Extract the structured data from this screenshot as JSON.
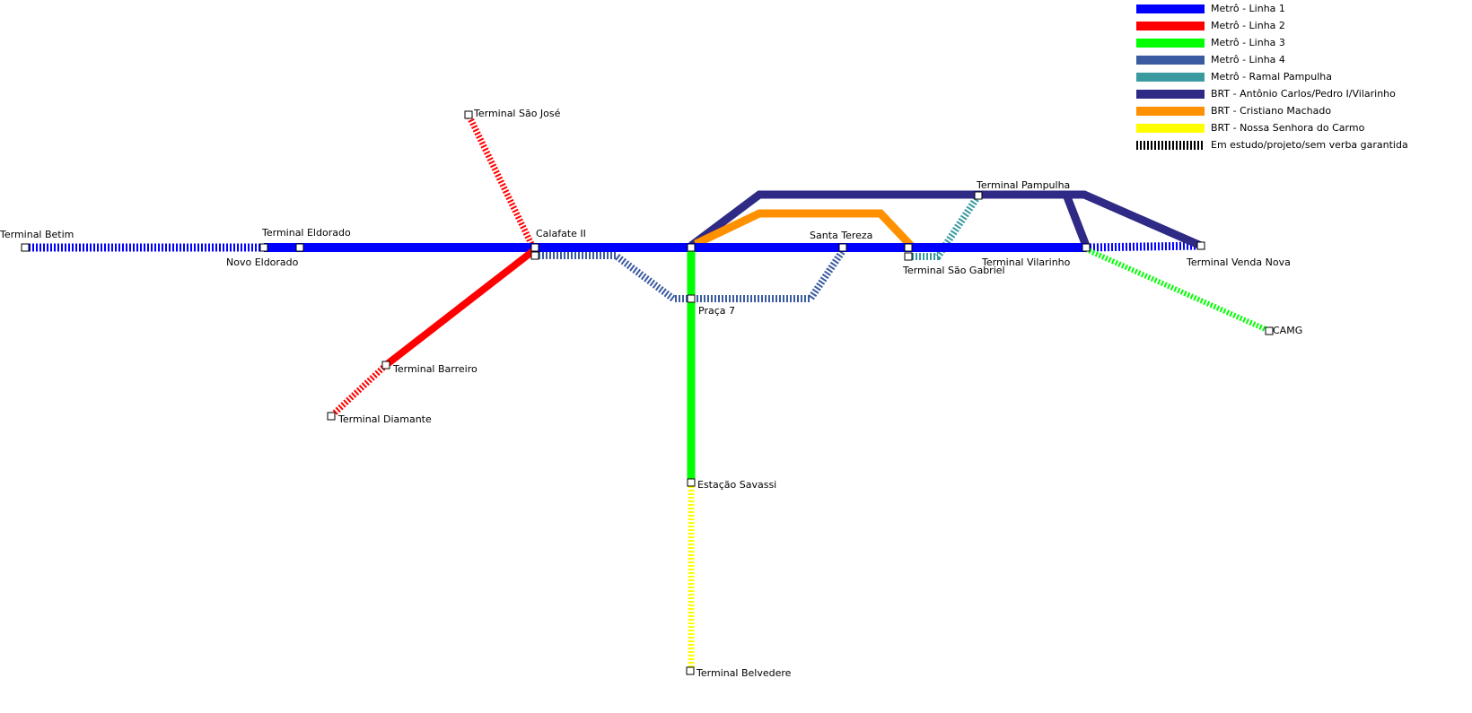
{
  "legend": [
    {
      "label": "Metrô - Linha 1",
      "color": "#0000ff"
    },
    {
      "label": "Metrô - Linha 2",
      "color": "#ff0000"
    },
    {
      "label": "Metrô - Linha 3",
      "color": "#00ff00"
    },
    {
      "label": "Metrô - Linha 4",
      "color": "#3a5ba0"
    },
    {
      "label": "Metrô - Ramal Pampulha",
      "color": "#3a9aa0"
    },
    {
      "label": "BRT - Antônio Carlos/Pedro I/Vilarinho",
      "color": "#2e2a85"
    },
    {
      "label": "BRT - Cristiano Machado",
      "color": "#ff9000"
    },
    {
      "label": "BRT - Nossa Senhora do Carmo",
      "color": "#ffff00"
    },
    {
      "label": "Em estudo/projeto/sem verba garantida",
      "color": "#000000"
    }
  ],
  "stations": {
    "betim": "Terminal Betim",
    "eldorado": "Terminal Eldorado",
    "novo_eldorado": "Novo Eldorado",
    "calafate": "Calafate II",
    "sao_jose": "Terminal São José",
    "barreiro": "Terminal Barreiro",
    "diamante": "Terminal Diamante",
    "praca7": "Praça 7",
    "savassi": "Estação Savassi",
    "belvedere": "Terminal Belvedere",
    "santa_tereza": "Santa Tereza",
    "sao_gabriel": "Terminal São Gabriel",
    "pampulha": "Terminal Pampulha",
    "vilarinho": "Terminal Vilarinho",
    "venda_nova": "Terminal Venda Nova",
    "camg": "CAMG"
  }
}
